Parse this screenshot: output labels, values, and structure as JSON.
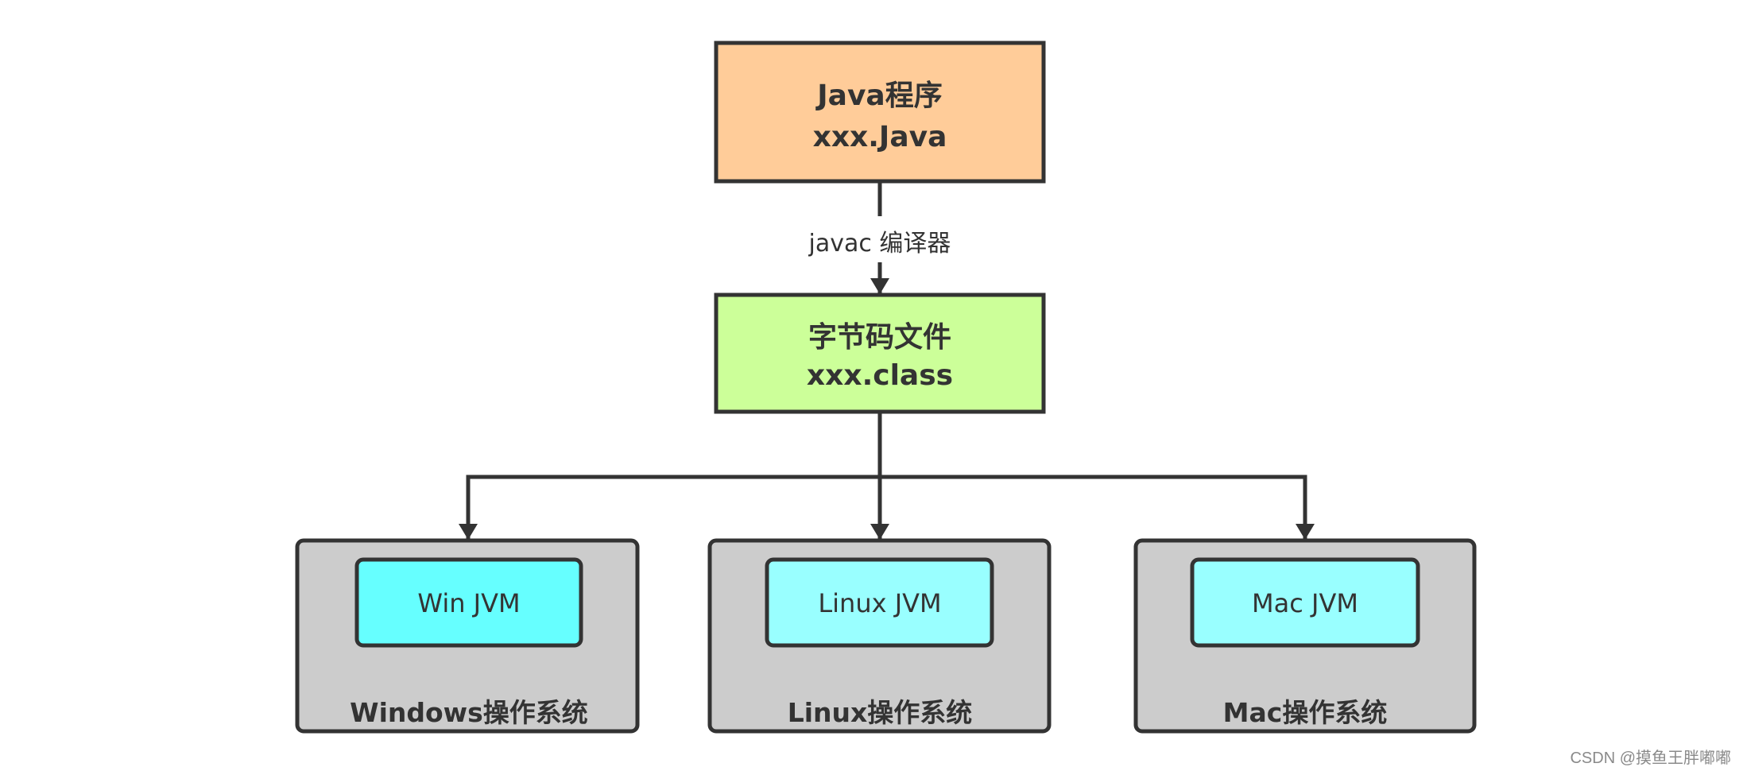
{
  "nodes": {
    "source": {
      "line1": "Java程序",
      "line2": "xxx.Java",
      "color": "#FFCC99"
    },
    "bytecode": {
      "line1": "字节码文件",
      "line2": "xxx.class",
      "color": "#CCFF99"
    },
    "windows": {
      "os_label": "Windows操作系统",
      "jvm_label": "Win JVM",
      "jvm_color": "#66FFFF"
    },
    "linux": {
      "os_label": "Linux操作系统",
      "jvm_label": "Linux JVM",
      "jvm_color": "#99FFFF"
    },
    "mac": {
      "os_label": "Mac操作系统",
      "jvm_label": "Mac JVM",
      "jvm_color": "#99FFFF"
    }
  },
  "edges": {
    "compile_label": "javac 编译器"
  },
  "os_box_color": "#CCCCCC",
  "watermark": "CSDN @摸鱼王胖嘟嘟"
}
